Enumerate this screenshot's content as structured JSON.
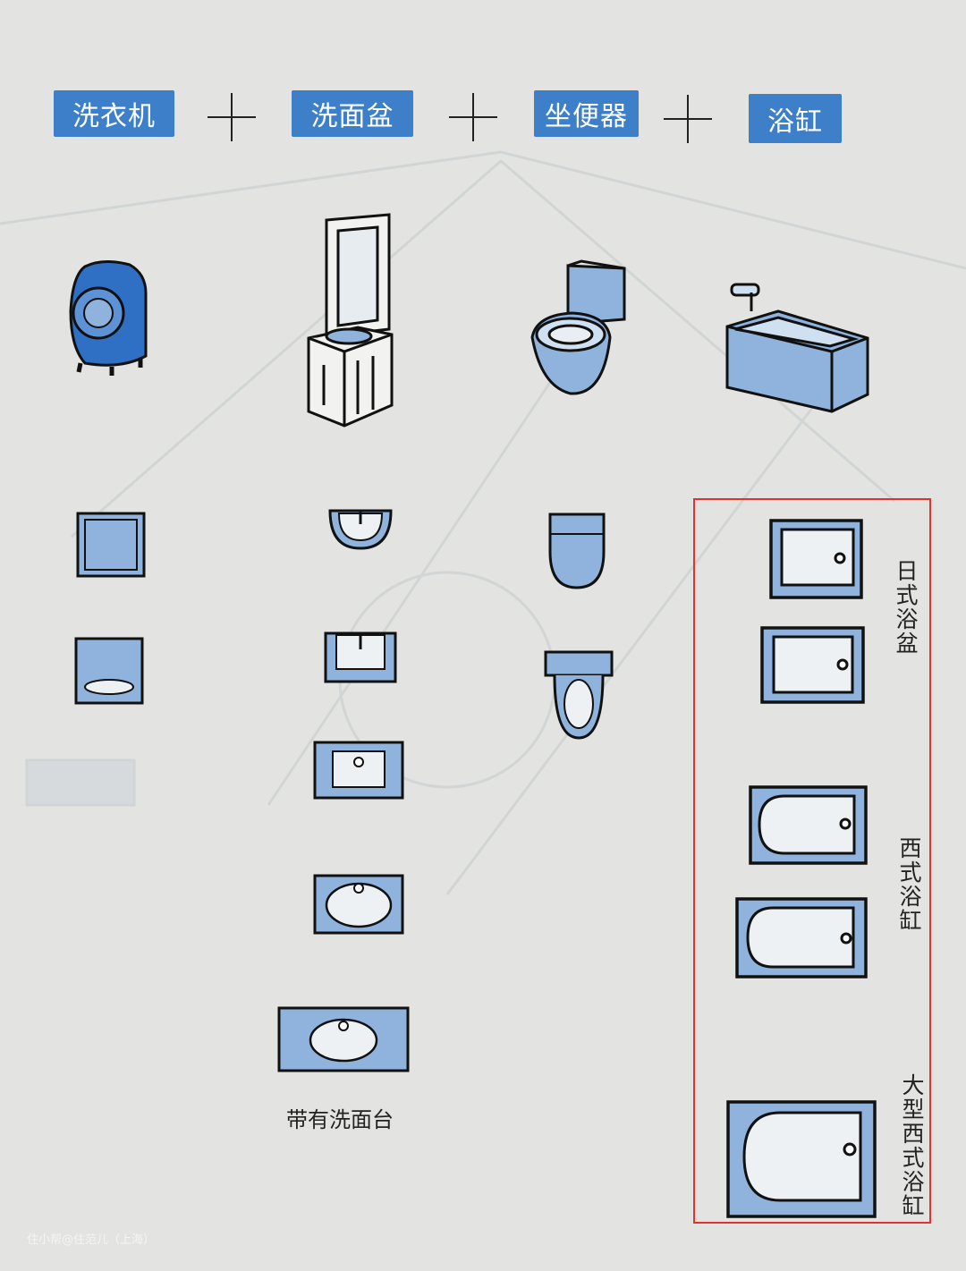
{
  "header": {
    "categories": [
      "洗衣机",
      "洗面盆",
      "坐便器",
      "浴缸"
    ],
    "operator": "+"
  },
  "captions": {
    "sink_with_counter": "带有洗面台",
    "japanese_tub": "日式浴盆",
    "western_tub": "西式浴缸",
    "large_western_tub": "大型西式浴缸"
  },
  "watermark": "住小帮@住范儿（上海）",
  "colors": {
    "label_bg": "#3d7fc9",
    "fixture_fill": "#8fb3dc",
    "highlight_border": "#e0332f",
    "paper": "#e3e4e1"
  }
}
